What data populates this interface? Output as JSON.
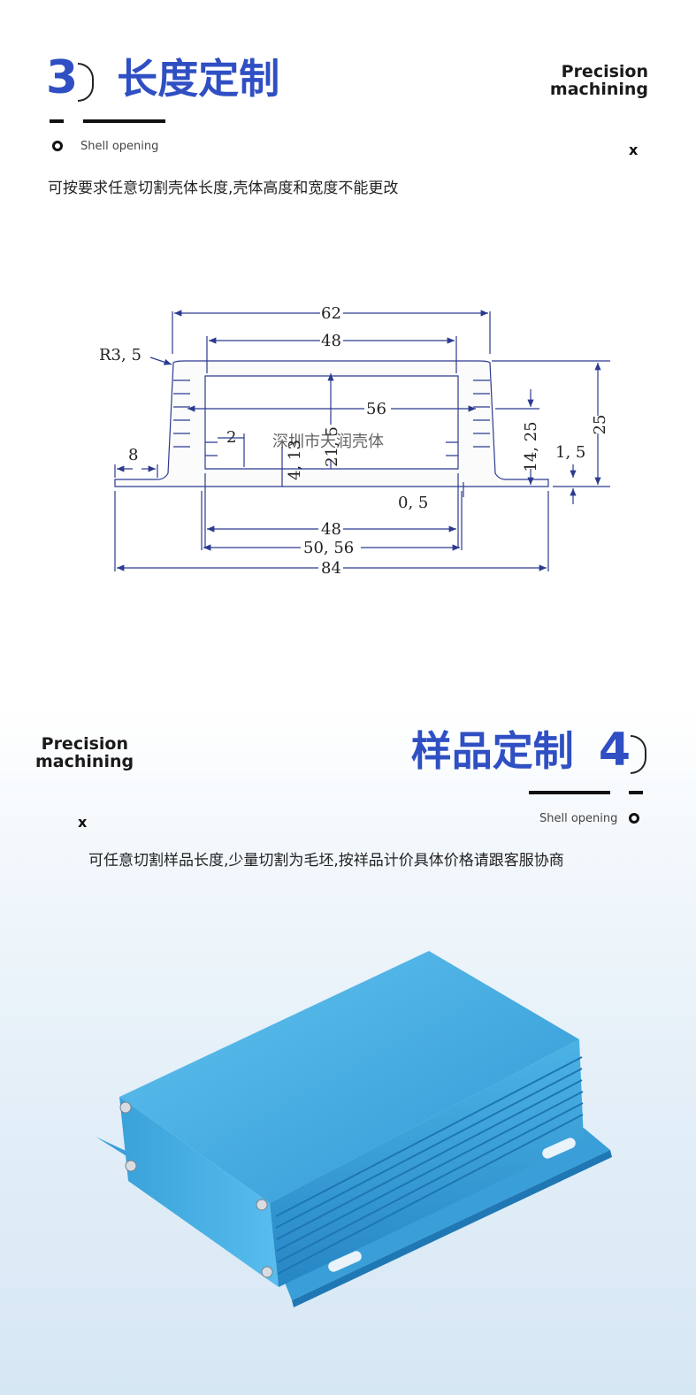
{
  "section1": {
    "number": "3",
    "title": "长度定制",
    "precision_line1": "Precision",
    "precision_line2": "machining",
    "subtitle": "Shell opening",
    "x_mark": "x",
    "description": "可按要求任意切割壳体长度,壳体高度和宽度不能更改",
    "drawing": {
      "watermark": "深圳市天润壳体",
      "dimensions": {
        "d62": "62",
        "d48_top": "48",
        "r35": "R3, 5",
        "d56": "56",
        "d25": "25",
        "d1425": "14, 25",
        "d2": "2",
        "d215": "21, 5",
        "d413": "4, 13",
        "d8": "8",
        "d15": "1, 5",
        "d05": "0, 5",
        "d48_bottom": "48",
        "d5056": "50, 56",
        "d84": "84"
      }
    }
  },
  "section2": {
    "number": "4",
    "title": "样品定制",
    "precision_line1": "Precision",
    "precision_line2": "machining",
    "subtitle": "Shell opening",
    "x_mark": "x",
    "description": "可任意切割样品长度,少量切割为毛坯,按祥品计价具体价格请跟客服协商"
  },
  "colors": {
    "title_blue": "#2f4fc3",
    "drawing_line": "#2b3a8f",
    "product_blue": "#3aa6dc"
  }
}
